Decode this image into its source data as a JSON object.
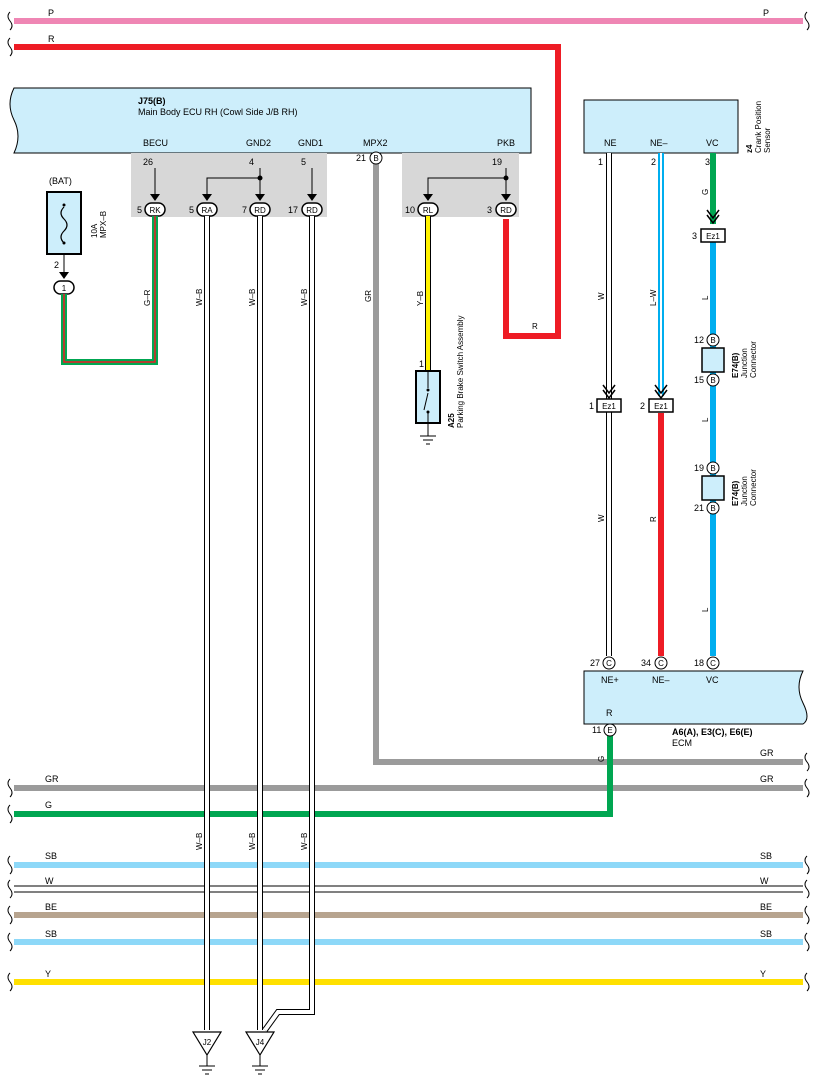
{
  "colors": {
    "P": "#ef86b4",
    "R": "#ee1c25",
    "GR": "#9b9b9b",
    "G": "#00a651",
    "SB": "#8dd8f8",
    "W": "#ffffff",
    "BE": "#b7a48f",
    "Y": "#ffe000",
    "L": "#00aeef",
    "GRAY_BOX": "#d7d7d7",
    "COMP_FILL": "#cdeefb",
    "YELLOW_WIRE": "#fff200"
  },
  "rails": {
    "P": "P",
    "R": "R",
    "GR": "GR",
    "G": "G",
    "SB1": "SB",
    "W": "W",
    "BE": "BE",
    "SB2": "SB",
    "Y": "Y"
  },
  "j75": {
    "code": "J75(B)",
    "name": "Main Body ECU RH (Cowl Side J/B RH)",
    "terms": {
      "becu": "BECU",
      "gnd2": "GND2",
      "gnd1": "GND1",
      "mpx2": "MPX2",
      "pkb": "PKB"
    },
    "pins": {
      "becu": "26",
      "gnd2": "4",
      "gnd1": "5",
      "mpx2": "21",
      "pkb": "19"
    },
    "mpx2_conn": "B",
    "jb_pins": [
      {
        "num": "5",
        "conn": "RK"
      },
      {
        "num": "5",
        "conn": "RA"
      },
      {
        "num": "7",
        "conn": "RD"
      },
      {
        "num": "17",
        "conn": "RD"
      },
      {
        "num": "10",
        "conn": "RL"
      },
      {
        "num": "3",
        "conn": "RD"
      }
    ]
  },
  "fuse": {
    "source": "(BAT)",
    "rating": "10A",
    "name": "MPX–B",
    "pin": "2",
    "conn": "1"
  },
  "wires": {
    "g_r": "G–R",
    "w_b_1": "W–B",
    "w_b_2": "W–B",
    "w_b_3": "W–B",
    "gr": "GR",
    "y_b": "Y–B",
    "r_pkb": "R",
    "w_ne_top": "W",
    "l_w": "L–W",
    "g_vc": "G",
    "l_1": "L",
    "l_2": "L",
    "l_3": "L",
    "w_ne_bot": "W",
    "r_ne": "R",
    "g_ecm": "G",
    "w_b_4": "W–B",
    "w_b_5": "W–B",
    "w_b_6": "W–B"
  },
  "a25": {
    "code": "A25",
    "name": "Parking Brake Switch Assembly",
    "pin": "1"
  },
  "z4": {
    "code": "z4",
    "name1": "Crank Position",
    "name2": "Sensor",
    "terms": {
      "ne": "NE",
      "nen": "NE–",
      "vc": "VC"
    },
    "pins": {
      "ne": "1",
      "nen": "2",
      "vc": "3"
    }
  },
  "ez1": {
    "label": "Ez1",
    "pins": {
      "vc": "3",
      "ne": "1",
      "nen": "2"
    }
  },
  "e74a": {
    "code": "E74(B)",
    "name1": "Junction",
    "name2": "Connector",
    "pin_top": "12",
    "pin_bot": "15",
    "conn": "B"
  },
  "e74b": {
    "code": "E74(B)",
    "name1": "Junction",
    "name2": "Connector",
    "pin_top": "19",
    "pin_bot": "21",
    "conn": "B"
  },
  "ecm": {
    "code": "A6(A), E3(C), E6(E)",
    "name": "ECM",
    "terms": {
      "nep": "NE+",
      "nen": "NE–",
      "vc": "VC",
      "r": "R"
    },
    "pins": {
      "nep": "27",
      "nen": "34",
      "vc": "18",
      "r": "11"
    },
    "conns": {
      "nep": "C",
      "nen": "C",
      "vc": "C",
      "r": "E"
    }
  },
  "grounds": {
    "j2": "J2",
    "j4": "J4"
  }
}
